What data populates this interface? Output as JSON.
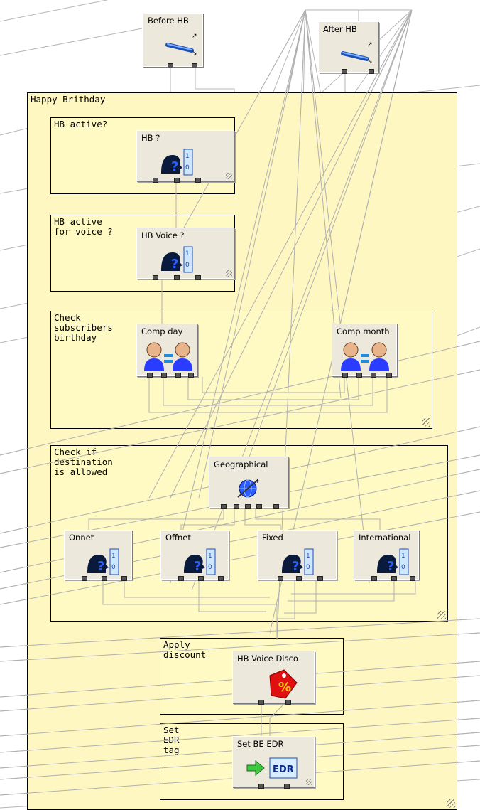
{
  "groups": {
    "happy_birthday": "Happy Brithday",
    "hb_active": "HB active?",
    "hb_active_voice": "HB active\nfor voice ?",
    "check_birthday": "Check\nsubscribers\nbirthday",
    "check_destination": "Check if\ndestination\nis allowed",
    "apply_discount": "Apply\ndiscount",
    "set_edr": "Set\nEDR\ntag"
  },
  "nodes": {
    "before_hb": "Before HB",
    "after_hb": "After HB",
    "hb_q": "HB ?",
    "hb_voice_q": "HB Voice ?",
    "comp_day": "Comp day",
    "comp_month": "Comp month",
    "geographical": "Geographical",
    "onnet": "Onnet",
    "offnet": "Offnet",
    "fixed": "Fixed",
    "international": "International",
    "hb_voice_disco": "HB Voice Disco",
    "set_be_edr": "Set BE EDR"
  },
  "icons": {
    "edr_text": "EDR",
    "discount_text": "%"
  },
  "colors": {
    "group_fill": "#fffac4",
    "node_fill": "#ece9dc",
    "wire": "#b8b8b8"
  }
}
